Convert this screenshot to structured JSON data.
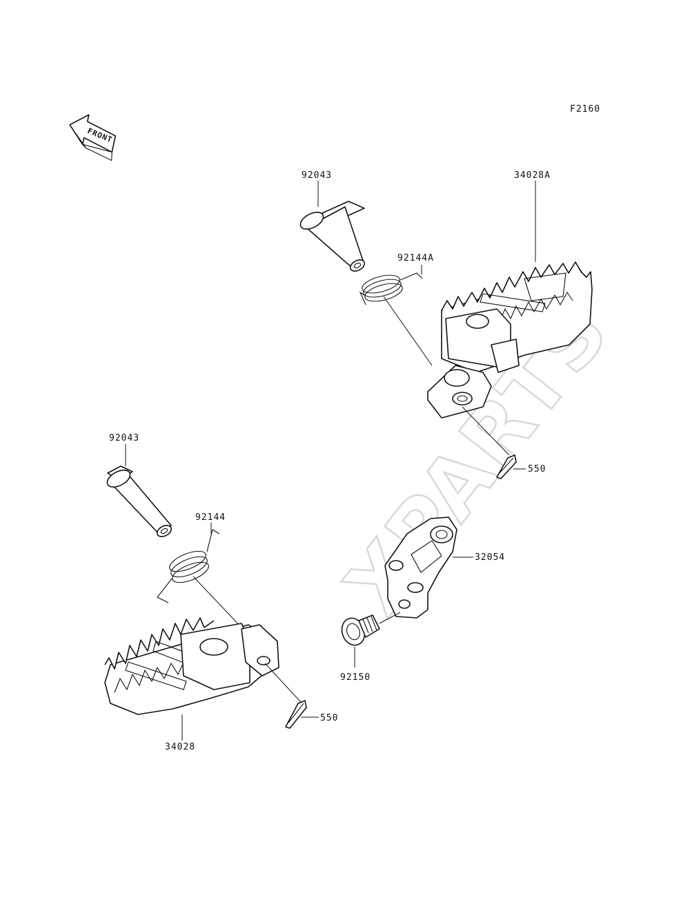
{
  "figure_code": "F2160",
  "front_indicator": "FRONT",
  "watermark": "XPARTS",
  "parts": {
    "pin_upper": "92043",
    "pin_lower": "92043",
    "spring_upper": "92144A",
    "spring_lower": "92144",
    "footpeg_right": "34028A",
    "footpeg_left": "34028",
    "cotter_upper": "550",
    "cotter_lower": "550",
    "bracket": "32054",
    "bolt": "92150"
  }
}
